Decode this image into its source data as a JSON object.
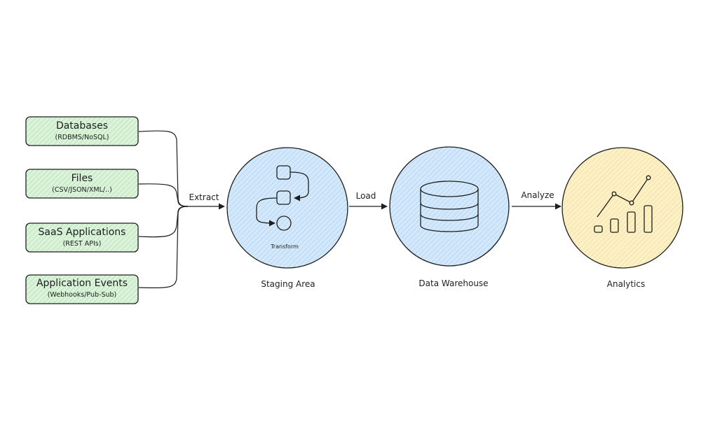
{
  "sources": [
    {
      "title": "Databases",
      "subtitle": "(RDBMS/NoSQL)"
    },
    {
      "title": "Files",
      "subtitle": "(CSV/JSON/XML/..)"
    },
    {
      "title": "SaaS Applications",
      "subtitle": "(REST APIs)"
    },
    {
      "title": "Application Events",
      "subtitle": "(Webhooks/Pub-Sub)"
    }
  ],
  "edges": {
    "extract": "Extract",
    "load": "Load",
    "analyze": "Analyze"
  },
  "stages": {
    "staging": {
      "label": "Staging Area",
      "inner_label": "Transform",
      "fill": "#cfe6fb"
    },
    "warehouse": {
      "label": "Data Warehouse",
      "fill": "#cfe6fb"
    },
    "analytics": {
      "label": "Analytics",
      "fill": "#fbeec0"
    }
  },
  "colors": {
    "source_fill": "#d6f2d6",
    "stroke": "#1e1e1e",
    "hatch_blue": "#8cc0ef",
    "hatch_yellow": "#ecd27a",
    "hatch_green": "#9fd99f"
  },
  "icons": {
    "staging": "transform-flow-icon",
    "warehouse": "database-icon",
    "analytics": "bar-line-chart-icon"
  }
}
